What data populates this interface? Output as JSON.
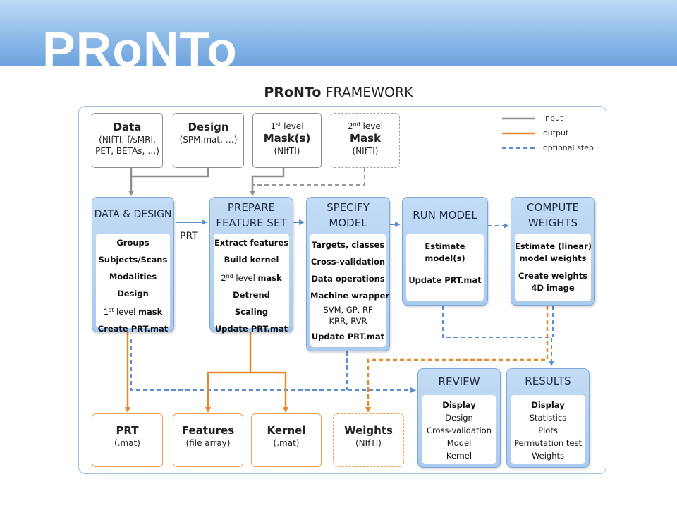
{
  "banner": {
    "title": "PRoNTo"
  },
  "framework": {
    "title_bold": "PRoNTo",
    "title_rest": " FRAMEWORK"
  },
  "legend": {
    "input": "input",
    "output": "output",
    "optional": "optional step"
  },
  "colors": {
    "input": "#8e8e8e",
    "output": "#e8892e",
    "optional": "#5b8fcf",
    "module": "#a9cbee"
  },
  "inputs": {
    "data": {
      "title": "Data",
      "lines": [
        "(NIfTI: f/sMRI,",
        "PET, BETAs, …)"
      ]
    },
    "design": {
      "title": "Design",
      "lines": [
        "(SPM.mat, …)"
      ]
    },
    "mask1": {
      "pre": "1",
      "sup": "st",
      "pre_rest": " level",
      "title": "Mask(s)",
      "lines": [
        "(NIfTI)"
      ]
    },
    "mask2": {
      "pre": "2",
      "sup": "nd",
      "pre_rest": " level",
      "title": "Mask",
      "lines": [
        "(NIfTI)"
      ]
    }
  },
  "modules": {
    "data_design": {
      "header": "DATA & DESIGN",
      "items": [
        "Groups",
        "Subjects/Scans",
        "Modalities",
        "Design"
      ],
      "item5_pre": "1",
      "item5_sup": "st",
      "item5_mid": " level ",
      "item5_bold": "mask",
      "item6": "Create PRT.mat"
    },
    "prepare": {
      "header": [
        "PREPARE",
        "FEATURE SET"
      ],
      "items": [
        "Extract features",
        "Build kernel"
      ],
      "item3_pre": "2",
      "item3_sup": "nd",
      "item3_mid": " level ",
      "item3_bold": "mask",
      "items2": [
        "Detrend",
        "Scaling",
        "Update PRT.mat"
      ]
    },
    "specify": {
      "header": [
        "SPECIFY",
        "MODEL"
      ],
      "items": [
        "Targets, classes",
        "Cross-validation",
        "Data operations",
        "Machine wrapper"
      ],
      "plain": [
        "SVM, GP, RF",
        "KRR, RVR"
      ],
      "last": "Update PRT.mat"
    },
    "run": {
      "header": "RUN MODEL",
      "items": [
        "Estimate",
        "model(s)"
      ],
      "last": "Update PRT.mat"
    },
    "compute": {
      "header": [
        "COMPUTE",
        "WEIGHTS"
      ],
      "items": [
        "Estimate (linear)",
        "model weights"
      ],
      "items2": [
        "Create weights",
        "4D image"
      ]
    },
    "review": {
      "header": "REVIEW",
      "bold": "Display",
      "lines": [
        "Design",
        "Cross-validation",
        "Model",
        "Kernel"
      ]
    },
    "results": {
      "header": "RESULTS",
      "bold": "Display",
      "lines": [
        "Statistics",
        "Plots",
        "Permutation test",
        "Weights"
      ]
    }
  },
  "prt_label": "PRT",
  "outputs": {
    "prt": {
      "title": "PRT",
      "sub": "(.mat)"
    },
    "features": {
      "title": "Features",
      "sub": "(file array)"
    },
    "kernel": {
      "title": "Kernel",
      "sub": "(.mat)"
    },
    "weights": {
      "title": "Weights",
      "sub": "(NIfTI)"
    }
  }
}
